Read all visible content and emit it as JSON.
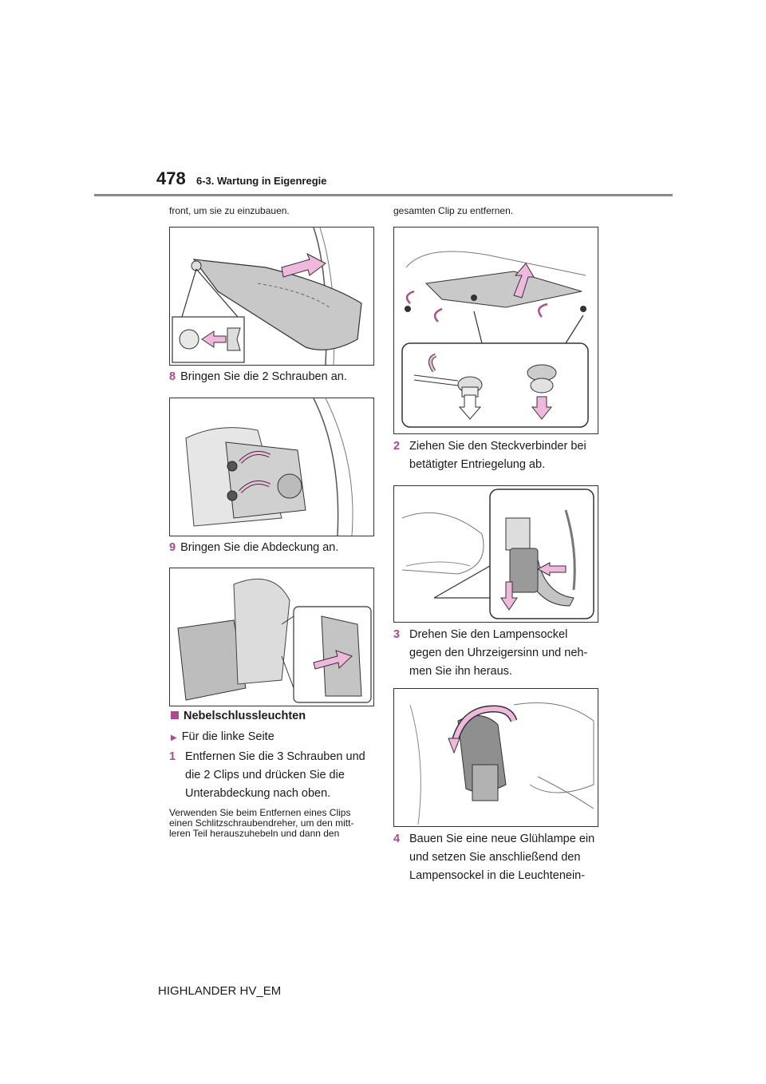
{
  "header": {
    "page_number": "478",
    "section": "6-3. Wartung in Eigenregie"
  },
  "left": {
    "intro": "front, um sie zu einzubauen.",
    "step8": {
      "num": "8",
      "text": "Bringen Sie die 2 Schrauben an."
    },
    "step9": {
      "num": "9",
      "text": "Bringen Sie die Abdeckung an."
    },
    "heading": "Nebelschlussleuchten",
    "subheading": "Für die linke Seite",
    "step1": {
      "num": "1",
      "lines": [
        "Entfernen Sie die 3 Schrauben und",
        "die 2 Clips und drücken Sie die",
        "Unterabdeckung nach oben."
      ]
    },
    "note": [
      "Verwenden Sie beim Entfernen eines Clips",
      "einen Schlitzschraubendreher, um den mitt-",
      "leren Teil herauszuhebeln und dann den"
    ]
  },
  "right": {
    "intro": "gesamten Clip zu entfernen.",
    "step2": {
      "num": "2",
      "lines": [
        "Ziehen Sie den Steckverbinder bei",
        "betätigter Entriegelung ab."
      ]
    },
    "step3": {
      "num": "3",
      "lines": [
        "Drehen Sie den Lampensockel",
        "gegen den Uhrzeigersinn und neh-",
        "men Sie ihn heraus."
      ]
    },
    "step4": {
      "num": "4",
      "lines": [
        "Bauen Sie eine neue Glühlampe ein",
        "und setzen Sie anschließend den",
        "Lampensockel in die Leuchtenein-"
      ]
    }
  },
  "footer": {
    "model": "HIGHLANDER HV_EM"
  },
  "colors": {
    "accent": "#b5478f",
    "arrow_fill": "#f0b8dc",
    "rule": "#8a8a8a"
  }
}
